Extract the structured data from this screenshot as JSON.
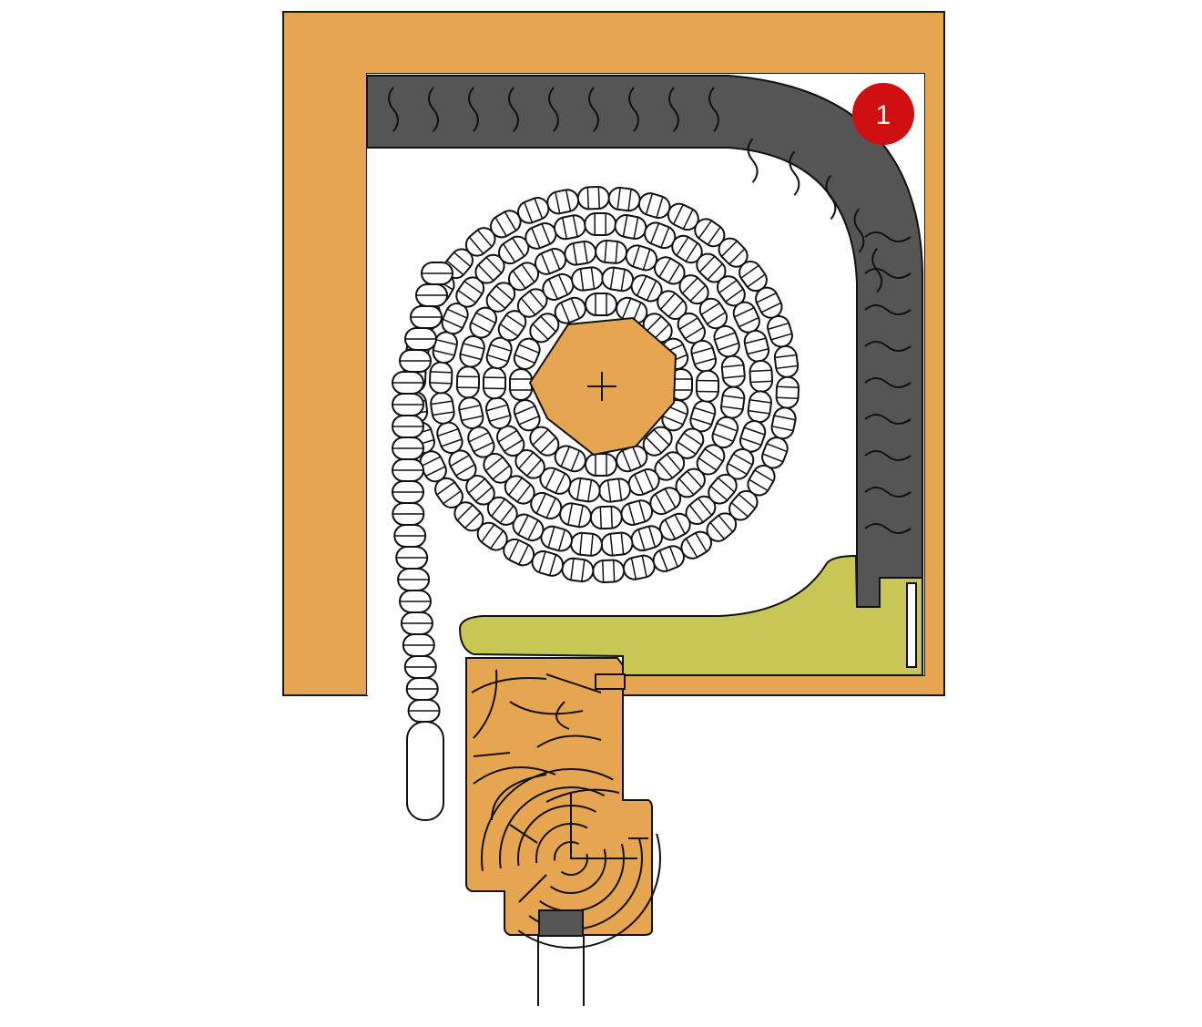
{
  "colors": {
    "housing": "#E6A651",
    "housing_stroke": "#1a1a1a",
    "insulation": "#555555",
    "insulation_wave": "#111111",
    "guide_profile": "#C8C654",
    "wood": "#E6A651",
    "shutter_slat_fill": "#ffffff",
    "shaft": "#E6A651",
    "callout_fill": "#D01010",
    "callout_text": "#ffffff",
    "pull_tab_fill": "#ffffff",
    "seal": "#555555"
  },
  "callouts": [
    {
      "label": "1",
      "target": "insulation-lining"
    }
  ],
  "parts": [
    {
      "name": "roller-box-housing"
    },
    {
      "name": "insulation-lining"
    },
    {
      "name": "rolled-shutter-curtain"
    },
    {
      "name": "winding-shaft"
    },
    {
      "name": "strap-cord"
    },
    {
      "name": "guide-profile"
    },
    {
      "name": "window-frame-wood"
    }
  ]
}
